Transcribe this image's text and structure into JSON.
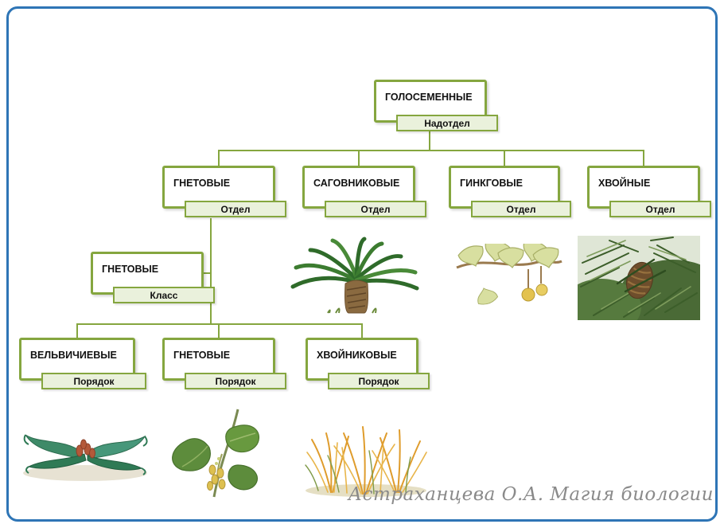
{
  "slide": {
    "watermark": "Астраханцева О.А. Магия биологии",
    "colors": {
      "frame": "#2E75B6",
      "box_border": "#85A63F",
      "box_fill": "#FFFFFF",
      "sub_fill": "#EAF1DC",
      "line": "#85A63F",
      "watermark_text": "#8A8A8A"
    },
    "images": [
      "cycad-image",
      "ginkgo-image",
      "conifer-image",
      "welwitschia-image",
      "gnetum-image",
      "ephedra-image"
    ]
  },
  "diagram": {
    "root": {
      "label": "ГОЛОСЕМЕННЫЕ",
      "sublabel": "Надотдел"
    },
    "divisions": [
      {
        "label": "ГНЕТОВЫЕ",
        "sublabel": "Отдел"
      },
      {
        "label": "САГОВНИКОВЫЕ",
        "sublabel": "Отдел"
      },
      {
        "label": "ГИНКГОВЫЕ",
        "sublabel": "Отдел"
      },
      {
        "label": "ХВОЙНЫЕ",
        "sublabel": "Отдел"
      }
    ],
    "class": {
      "label": "ГНЕТОВЫЕ",
      "sublabel": "Класс"
    },
    "orders": [
      {
        "label": "ВЕЛЬВИЧИЕВЫЕ",
        "sublabel": "Порядок"
      },
      {
        "label": "ГНЕТОВЫЕ",
        "sublabel": "Порядок"
      },
      {
        "label": "ХВОЙНИКОВЫЕ",
        "sublabel": "Порядок"
      }
    ]
  }
}
